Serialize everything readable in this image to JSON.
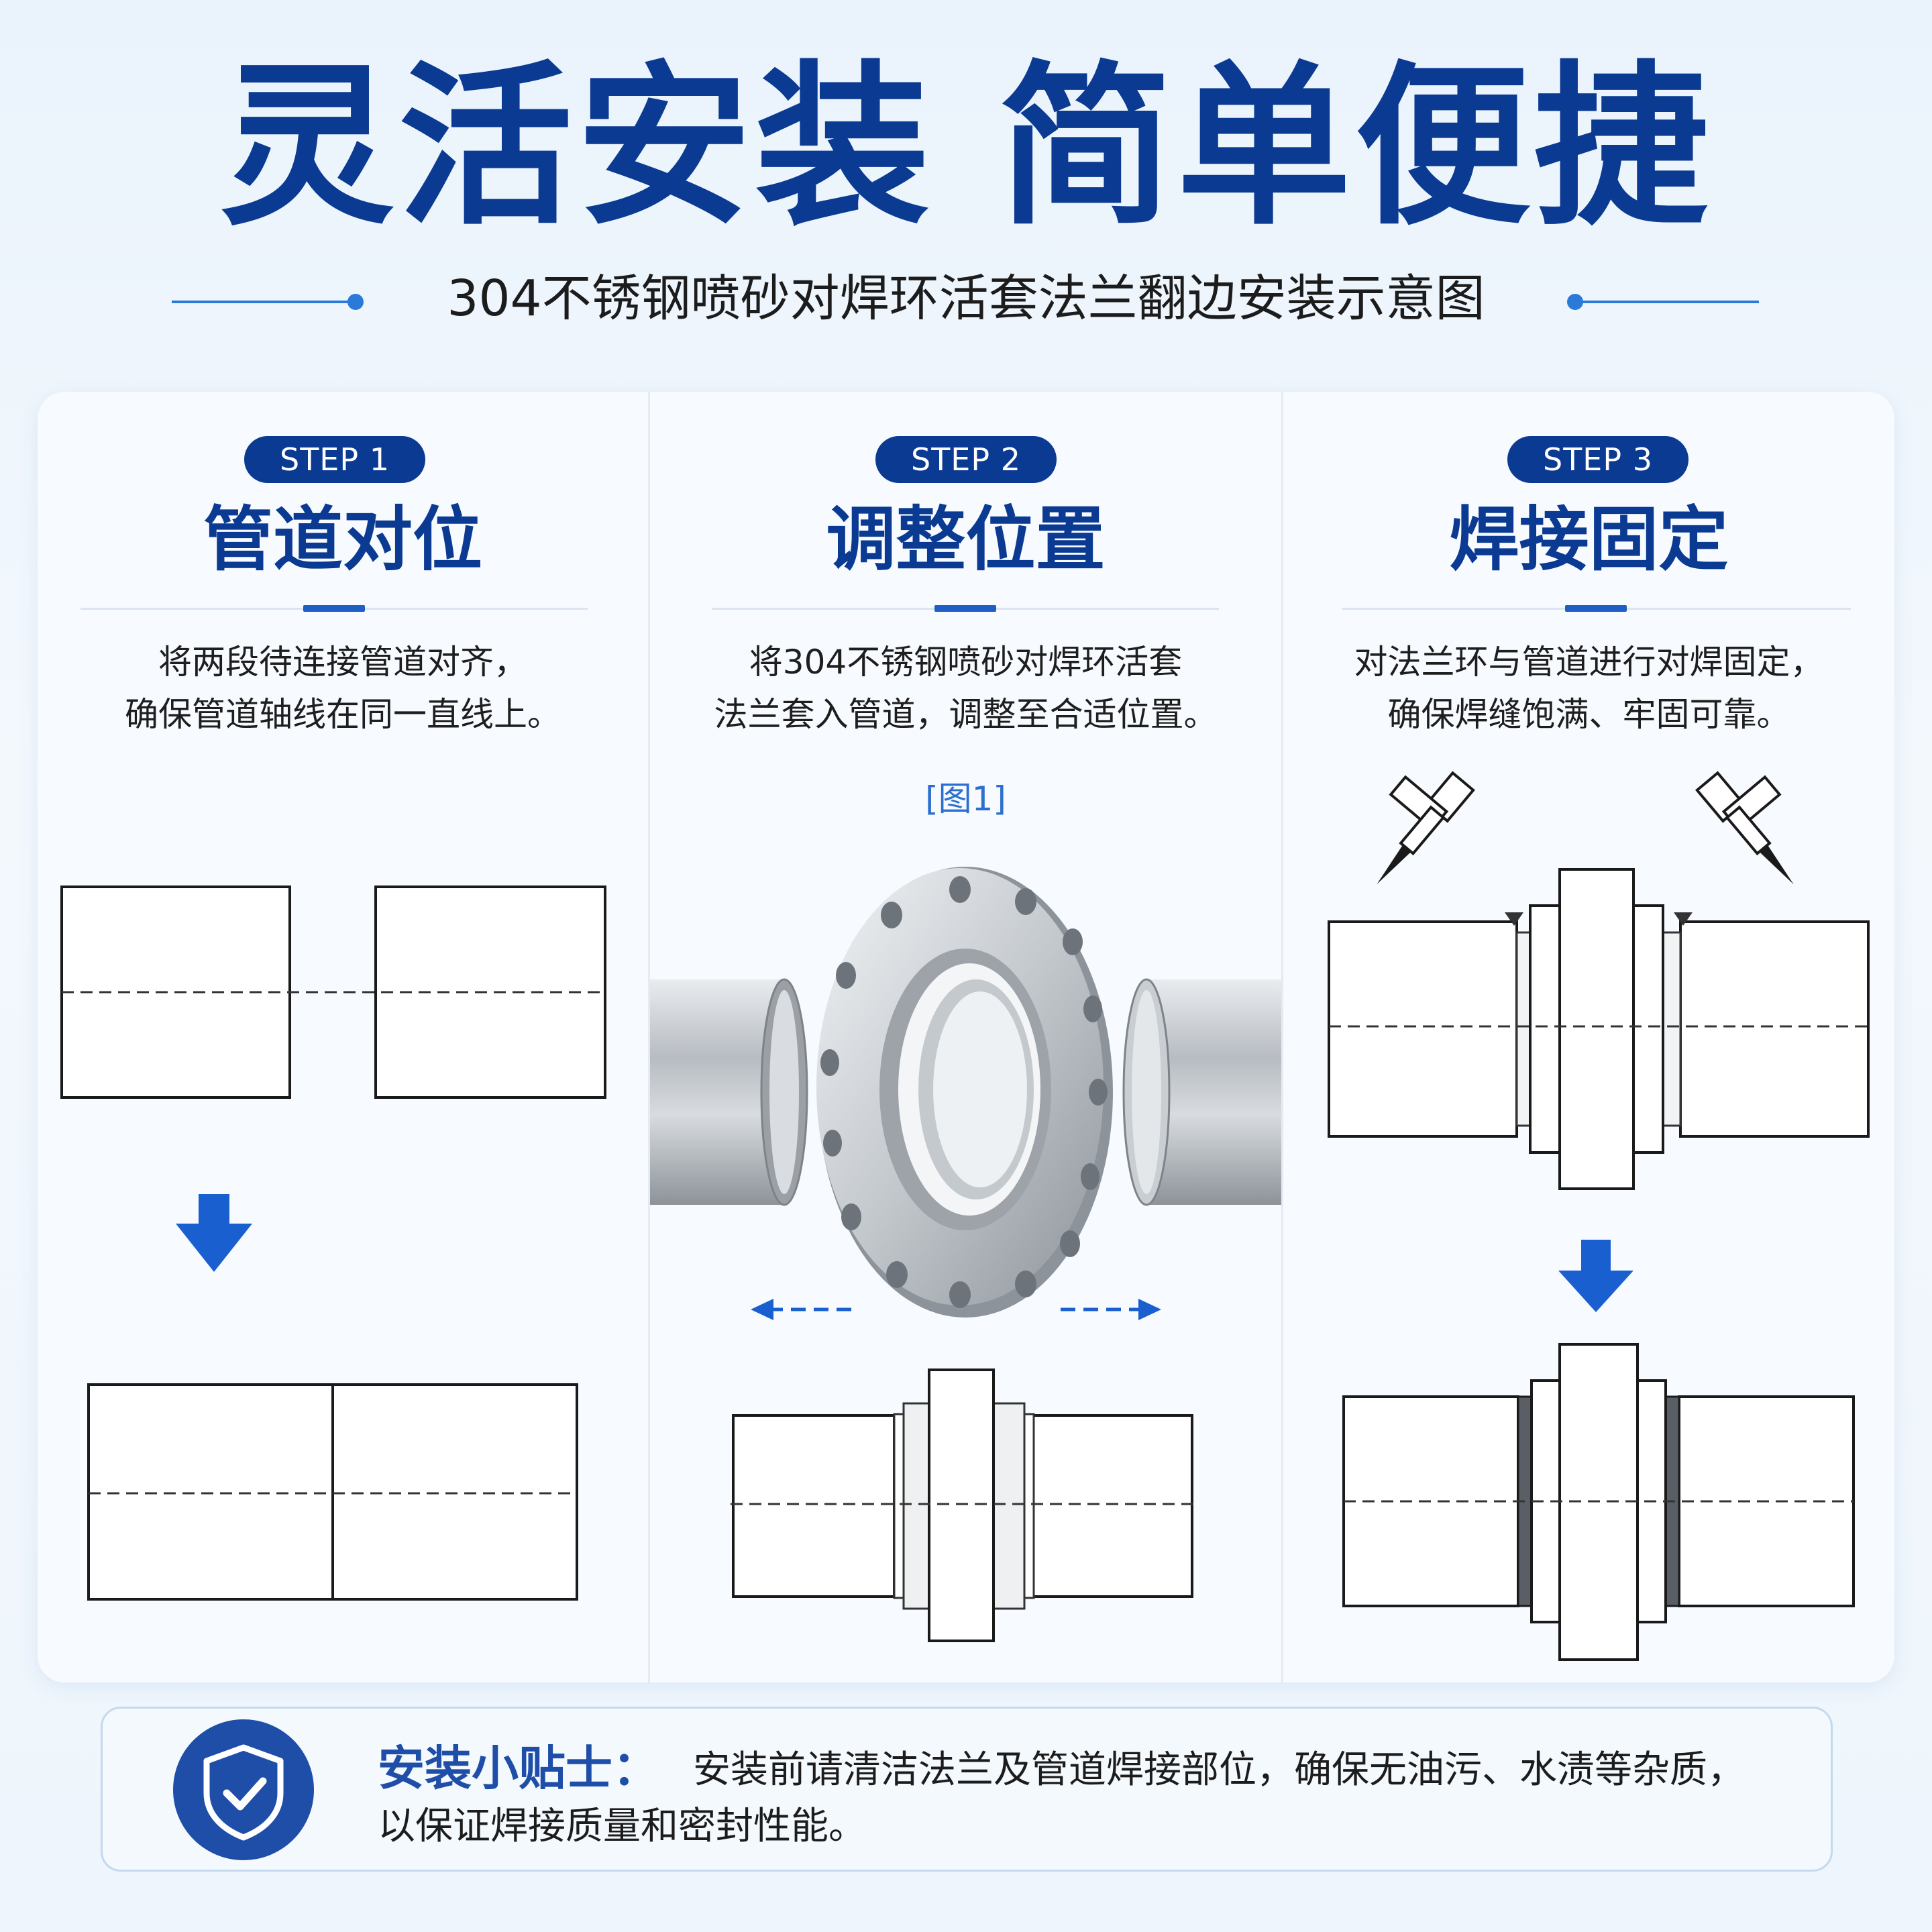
{
  "header": {
    "title": "灵活安装 简单便捷",
    "subtitle": "304不锈钢喷砂对焊环活套法兰翻边安装示意图"
  },
  "steps": [
    {
      "badge": "STEP 1",
      "title": "管道对位",
      "desc_line1": "将两段待连接管道对齐，",
      "desc_line2": "确保管道轴线在同一直线上。"
    },
    {
      "badge": "STEP 2",
      "title": "调整位置",
      "desc_line1": "将304不锈钢喷砂对焊环活套",
      "desc_line2": "法兰套入管道，调整至合适位置。",
      "figure_label": "[图1]"
    },
    {
      "badge": "STEP 3",
      "title": "焊接固定",
      "desc_line1": "对法兰环与管道进行对焊固定，",
      "desc_line2": "确保焊缝饱满、牢固可靠。"
    }
  ],
  "tip": {
    "label": "安装小贴士：",
    "line1": "安装前请清洁法兰及管道焊接部位，确保无油污、水渍等杂质，",
    "line2": "以保证焊接质量和密封性能。"
  },
  "icons": {
    "step1_arrow": "arrow-down-icon",
    "step3_arrow": "arrow-down-icon",
    "left_arrow": "arrow-left-icon",
    "right_arrow": "arrow-right-icon",
    "welding_torch": "welding-torch-icon",
    "tip_shield": "shield-check-icon"
  },
  "colors": {
    "brand_dark": "#0b3a92",
    "accent_blue": "#2b79d8",
    "tip_blue": "#1f4ea8"
  }
}
